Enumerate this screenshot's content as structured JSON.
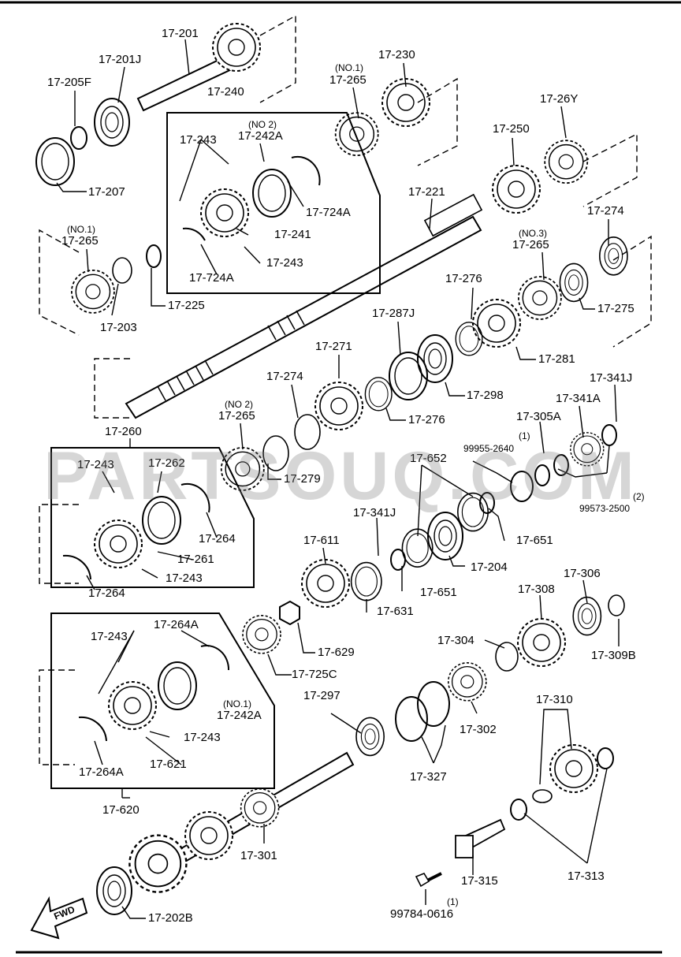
{
  "watermark": "PARTSOUQ.COM",
  "fwd_label": "FWD",
  "groups": {
    "g240": {
      "label": "17-240"
    },
    "g260": {
      "label": "17-260"
    },
    "g620": {
      "label": "17-620"
    }
  },
  "parts": [
    {
      "id": "p1",
      "text": "17-201"
    },
    {
      "id": "p2",
      "text": "17-201J"
    },
    {
      "id": "p3",
      "text": "17-205F"
    },
    {
      "id": "p4",
      "text": "17-207"
    },
    {
      "id": "p5",
      "text": "(NO.1)"
    },
    {
      "id": "p6",
      "text": "17-265"
    },
    {
      "id": "p7",
      "text": "17-203"
    },
    {
      "id": "p8",
      "text": "17-225"
    },
    {
      "id": "p9",
      "text": "(NO 2)"
    },
    {
      "id": "p10",
      "text": "17-242A"
    },
    {
      "id": "p11",
      "text": "17-243"
    },
    {
      "id": "p12",
      "text": "17-724A"
    },
    {
      "id": "p13",
      "text": "17-241"
    },
    {
      "id": "p14",
      "text": "17-243"
    },
    {
      "id": "p15",
      "text": "17-724A"
    },
    {
      "id": "p16",
      "text": "(NO.1)"
    },
    {
      "id": "p17",
      "text": "17-265"
    },
    {
      "id": "p18",
      "text": "17-230"
    },
    {
      "id": "p19",
      "text": "17-26Y"
    },
    {
      "id": "p20",
      "text": "17-250"
    },
    {
      "id": "p21",
      "text": "17-221"
    },
    {
      "id": "p22",
      "text": "17-274"
    },
    {
      "id": "p23",
      "text": "(NO.3)"
    },
    {
      "id": "p24",
      "text": "17-265"
    },
    {
      "id": "p25",
      "text": "17-275"
    },
    {
      "id": "p26",
      "text": "17-276"
    },
    {
      "id": "p27",
      "text": "17-281"
    },
    {
      "id": "p28",
      "text": "17-287J"
    },
    {
      "id": "p29",
      "text": "17-298"
    },
    {
      "id": "p30",
      "text": "17-271"
    },
    {
      "id": "p31",
      "text": "17-274"
    },
    {
      "id": "p32",
      "text": "17-276"
    },
    {
      "id": "p33",
      "text": "(NO 2)"
    },
    {
      "id": "p34",
      "text": "17-265"
    },
    {
      "id": "p35",
      "text": "17-279"
    },
    {
      "id": "p36",
      "text": "17-243"
    },
    {
      "id": "p37",
      "text": "17-262"
    },
    {
      "id": "p38",
      "text": "17-264"
    },
    {
      "id": "p39",
      "text": "17-261"
    },
    {
      "id": "p40",
      "text": "17-243"
    },
    {
      "id": "p41",
      "text": "17-264"
    },
    {
      "id": "p42",
      "text": "17-341J"
    },
    {
      "id": "p43",
      "text": "17-341A"
    },
    {
      "id": "p44",
      "text": "17-305A"
    },
    {
      "id": "p45",
      "text": "(1)"
    },
    {
      "id": "p46",
      "text": "99955-2640"
    },
    {
      "id": "p47",
      "text": "17-652"
    },
    {
      "id": "p48",
      "text": "99573-2500"
    },
    {
      "id": "p49",
      "text": "(2)"
    },
    {
      "id": "p50",
      "text": "17-651"
    },
    {
      "id": "p51",
      "text": "17-341J"
    },
    {
      "id": "p52",
      "text": "17-611"
    },
    {
      "id": "p53",
      "text": "17-204"
    },
    {
      "id": "p54",
      "text": "17-651"
    },
    {
      "id": "p55",
      "text": "17-631"
    },
    {
      "id": "p56",
      "text": "17-629"
    },
    {
      "id": "p57",
      "text": "17-725C"
    },
    {
      "id": "p58",
      "text": "17-243"
    },
    {
      "id": "p59",
      "text": "17-264A"
    },
    {
      "id": "p60",
      "text": "(NO.1)"
    },
    {
      "id": "p61",
      "text": "17-242A"
    },
    {
      "id": "p62",
      "text": "17-243"
    },
    {
      "id": "p63",
      "text": "17-621"
    },
    {
      "id": "p64",
      "text": "17-264A"
    },
    {
      "id": "p65",
      "text": "17-306"
    },
    {
      "id": "p66",
      "text": "17-308"
    },
    {
      "id": "p67",
      "text": "17-304"
    },
    {
      "id": "p68",
      "text": "17-309B"
    },
    {
      "id": "p69",
      "text": "17-297"
    },
    {
      "id": "p70",
      "text": "17-302"
    },
    {
      "id": "p71",
      "text": "17-327"
    },
    {
      "id": "p72",
      "text": "17-310"
    },
    {
      "id": "p73",
      "text": "17-301"
    },
    {
      "id": "p74",
      "text": "17-315"
    },
    {
      "id": "p75",
      "text": "17-313"
    },
    {
      "id": "p76",
      "text": "(1)"
    },
    {
      "id": "p77",
      "text": "99784-0616"
    },
    {
      "id": "p78",
      "text": "17-202B"
    }
  ]
}
